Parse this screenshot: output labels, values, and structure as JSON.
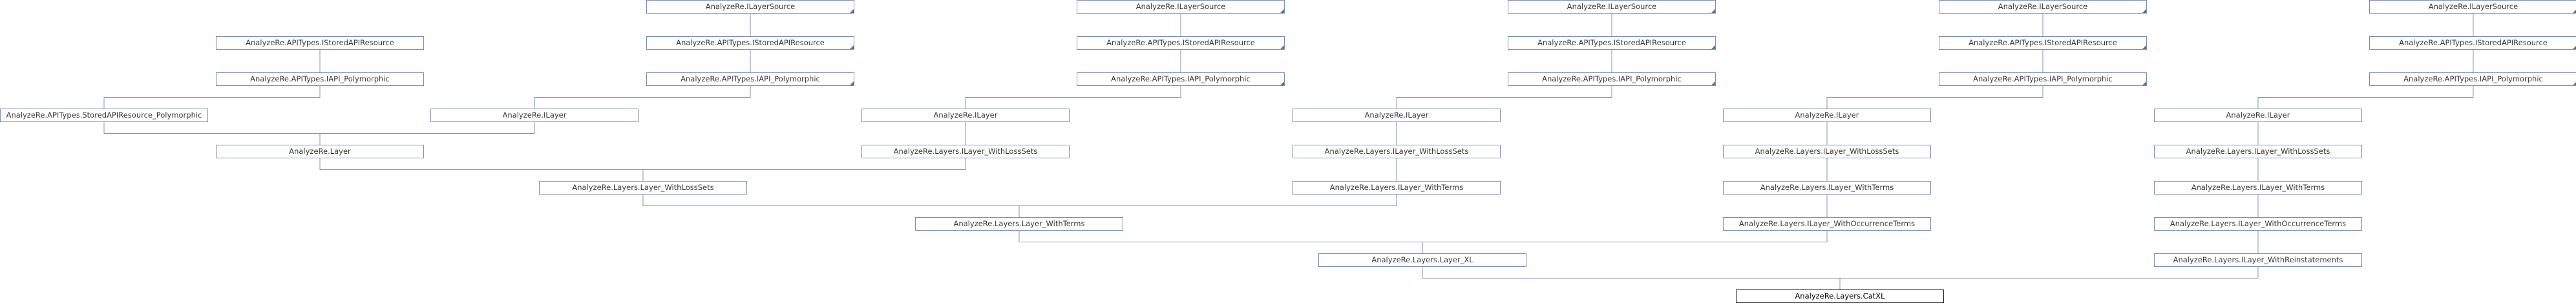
{
  "title": "",
  "colors": {
    "edge": "#7f94bd",
    "node_border": "#7a8fb3",
    "root_border": "#202020",
    "text": "#3a3a3a"
  },
  "nodes": [
    {
      "id": "c1_src",
      "label": "AnalyzeRe.ILayerSource",
      "mark": true
    },
    {
      "id": "c1_isr",
      "label": "AnalyzeRe.APITypes.IStoredAPIResource",
      "mark": true
    },
    {
      "id": "c1_poly",
      "label": "AnalyzeRe.APITypes.IAPI_Polymorphic",
      "mark": true
    },
    {
      "id": "c1_ilayer",
      "label": "AnalyzeRe.ILayer",
      "mark": false
    },
    {
      "id": "c0_isr",
      "label": "AnalyzeRe.APITypes.IStoredAPIResource",
      "mark": false
    },
    {
      "id": "c0_poly",
      "label": "AnalyzeRe.APITypes.IAPI_Polymorphic",
      "mark": false
    },
    {
      "id": "c0_sarp",
      "label": "AnalyzeRe.APITypes.StoredAPIResource_Polymorphic",
      "mark": false
    },
    {
      "id": "c0_layer",
      "label": "AnalyzeRe.Layer",
      "mark": false
    },
    {
      "id": "c1_lwls",
      "label": "AnalyzeRe.Layers.Layer_WithLossSets",
      "mark": false
    },
    {
      "id": "c2_src",
      "label": "AnalyzeRe.ILayerSource",
      "mark": true
    },
    {
      "id": "c2_isr",
      "label": "AnalyzeRe.APITypes.IStoredAPIResource",
      "mark": true
    },
    {
      "id": "c2_poly",
      "label": "AnalyzeRe.APITypes.IAPI_Polymorphic",
      "mark": true
    },
    {
      "id": "c2_ilayer",
      "label": "AnalyzeRe.ILayer",
      "mark": false
    },
    {
      "id": "c2_ilwls",
      "label": "AnalyzeRe.Layers.ILayer_WithLossSets",
      "mark": false
    },
    {
      "id": "c2_lwt",
      "label": "AnalyzeRe.Layers.Layer_WithTerms",
      "mark": false
    },
    {
      "id": "c3_src",
      "label": "AnalyzeRe.ILayerSource",
      "mark": true
    },
    {
      "id": "c3_isr",
      "label": "AnalyzeRe.APITypes.IStoredAPIResource",
      "mark": true
    },
    {
      "id": "c3_poly",
      "label": "AnalyzeRe.APITypes.IAPI_Polymorphic",
      "mark": true
    },
    {
      "id": "c3_ilayer",
      "label": "AnalyzeRe.ILayer",
      "mark": false
    },
    {
      "id": "c3_ilwls",
      "label": "AnalyzeRe.Layers.ILayer_WithLossSets",
      "mark": false
    },
    {
      "id": "c3_ilwt",
      "label": "AnalyzeRe.Layers.ILayer_WithTerms",
      "mark": false
    },
    {
      "id": "c3_lxl",
      "label": "AnalyzeRe.Layers.Layer_XL",
      "mark": false
    },
    {
      "id": "c4_src",
      "label": "AnalyzeRe.ILayerSource",
      "mark": true
    },
    {
      "id": "c4_isr",
      "label": "AnalyzeRe.APITypes.IStoredAPIResource",
      "mark": true
    },
    {
      "id": "c4_poly",
      "label": "AnalyzeRe.APITypes.IAPI_Polymorphic",
      "mark": true
    },
    {
      "id": "c4_ilayer",
      "label": "AnalyzeRe.ILayer",
      "mark": false
    },
    {
      "id": "c4_ilwls",
      "label": "AnalyzeRe.Layers.ILayer_WithLossSets",
      "mark": false
    },
    {
      "id": "c4_ilwt",
      "label": "AnalyzeRe.Layers.ILayer_WithTerms",
      "mark": false
    },
    {
      "id": "c4_ilwot",
      "label": "AnalyzeRe.Layers.ILayer_WithOccurrenceTerms",
      "mark": false
    },
    {
      "id": "root",
      "label": "AnalyzeRe.Layers.CatXL",
      "mark": false
    },
    {
      "id": "c5_src",
      "label": "AnalyzeRe.ILayerSource",
      "mark": true
    },
    {
      "id": "c5_isr",
      "label": "AnalyzeRe.APITypes.IStoredAPIResource",
      "mark": true
    },
    {
      "id": "c5_poly",
      "label": "AnalyzeRe.APITypes.IAPI_Polymorphic",
      "mark": true
    },
    {
      "id": "c5_ilayer",
      "label": "AnalyzeRe.ILayer",
      "mark": false
    },
    {
      "id": "c5_ilwls",
      "label": "AnalyzeRe.Layers.ILayer_WithLossSets",
      "mark": false
    },
    {
      "id": "c5_ilwt",
      "label": "AnalyzeRe.Layers.ILayer_WithTerms",
      "mark": false
    },
    {
      "id": "c5_ilwot",
      "label": "AnalyzeRe.Layers.ILayer_WithOccurrenceTerms",
      "mark": false
    },
    {
      "id": "c5_ilwr",
      "label": "AnalyzeRe.Layers.ILayer_WithReinstatements",
      "mark": false
    }
  ],
  "edges": [
    [
      "c1_src",
      "c1_ilayer"
    ],
    [
      "c1_isr",
      "c1_ilayer"
    ],
    [
      "c1_poly",
      "c1_ilayer"
    ],
    [
      "c0_isr",
      "c0_sarp"
    ],
    [
      "c0_poly",
      "c0_sarp"
    ],
    [
      "c0_sarp",
      "c0_layer"
    ],
    [
      "c1_ilayer",
      "c0_layer"
    ],
    [
      "c0_layer",
      "c1_lwls"
    ],
    [
      "c2_ilwls",
      "c1_lwls"
    ],
    [
      "c2_src",
      "c2_ilayer"
    ],
    [
      "c2_isr",
      "c2_ilayer"
    ],
    [
      "c2_poly",
      "c2_ilayer"
    ],
    [
      "c2_ilayer",
      "c2_ilwls"
    ],
    [
      "c1_lwls",
      "c2_lwt"
    ],
    [
      "c3_ilwt",
      "c2_lwt"
    ],
    [
      "c3_src",
      "c3_ilayer"
    ],
    [
      "c3_isr",
      "c3_ilayer"
    ],
    [
      "c3_poly",
      "c3_ilayer"
    ],
    [
      "c3_ilayer",
      "c3_ilwls"
    ],
    [
      "c3_ilwls",
      "c3_ilwt"
    ],
    [
      "c2_lwt",
      "c3_lxl"
    ],
    [
      "c4_ilwot",
      "c3_lxl"
    ],
    [
      "c4_src",
      "c4_ilayer"
    ],
    [
      "c4_isr",
      "c4_ilayer"
    ],
    [
      "c4_poly",
      "c4_ilayer"
    ],
    [
      "c4_ilayer",
      "c4_ilwls"
    ],
    [
      "c4_ilwls",
      "c4_ilwt"
    ],
    [
      "c4_ilwt",
      "c4_ilwot"
    ],
    [
      "c3_lxl",
      "root"
    ],
    [
      "c5_ilwr",
      "root"
    ],
    [
      "c5_src",
      "c5_ilayer"
    ],
    [
      "c5_isr",
      "c5_ilayer"
    ],
    [
      "c5_poly",
      "c5_ilayer"
    ],
    [
      "c5_ilayer",
      "c5_ilwls"
    ],
    [
      "c5_ilwls",
      "c5_ilwt"
    ],
    [
      "c5_ilwt",
      "c5_ilwot"
    ],
    [
      "c5_ilwot",
      "c5_ilwr"
    ]
  ]
}
